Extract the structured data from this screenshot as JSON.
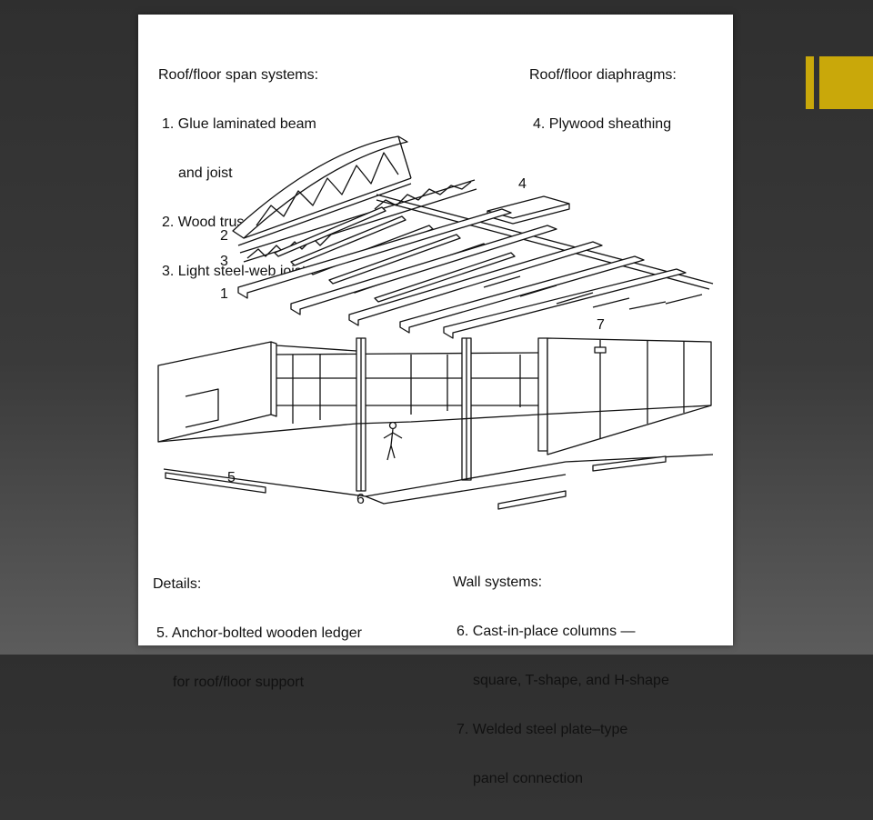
{
  "span_systems": {
    "heading": "Roof/floor span systems:",
    "item1_line1": "1. Glue laminated beam",
    "item1_line2": "and joist",
    "item2": "2. Wood truss",
    "item3": "3. Light steel-web joist"
  },
  "diaphragms": {
    "heading": "Roof/floor diaphragms:",
    "item4": "4. Plywood sheathing"
  },
  "details": {
    "heading": "Details:",
    "item5_line1": "5. Anchor-bolted wooden ledger",
    "item5_line2": "for roof/floor support"
  },
  "wall_systems": {
    "heading": "Wall systems:",
    "item6_line1": "6. Cast-in-place columns —",
    "item6_line2": "square, T-shape, and H-shape",
    "item7_line1": "7. Welded steel plate–type",
    "item7_line2": "panel connection"
  },
  "callouts": {
    "c1": "1",
    "c2": "2",
    "c3": "3",
    "c4": "4",
    "c5": "5",
    "c6": "6",
    "c7": "7"
  },
  "colors": {
    "accent": "#c9a80a",
    "background": "#333333",
    "panel": "#ffffff"
  }
}
